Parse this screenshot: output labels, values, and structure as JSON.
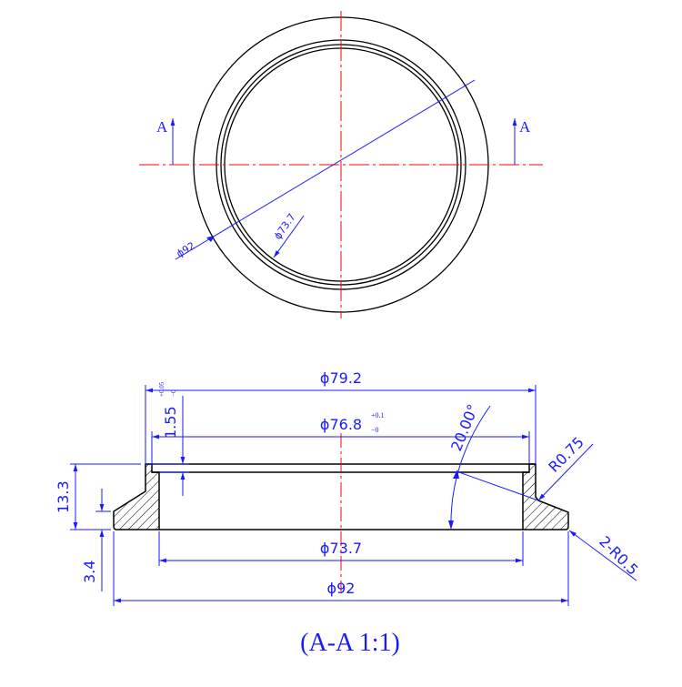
{
  "colors": {
    "outline": "#000000",
    "dimension": "#1a1aff",
    "centerline": "#ff0000"
  },
  "top_view": {
    "section_marker_left": "A",
    "section_marker_right": "A",
    "dim_outer": "ϕ92",
    "dim_inner": "ϕ73.7"
  },
  "section_view": {
    "dim_79_2": "ϕ79.2",
    "dim_76_8": "ϕ76.8",
    "tol_76_8_upper": "+0.1",
    "tol_76_8_lower": "−0",
    "dim_1_55": "1.55",
    "tol_1_55_upper": "+0.05",
    "tol_1_55_lower": "−0",
    "dim_angle": "20.00°",
    "dim_r075": "R0.75",
    "dim_r05": "2-R0.5",
    "dim_13_3": "13.3",
    "dim_3_4": "3.4",
    "dim_73_7": "ϕ73.7",
    "dim_92": "ϕ92"
  },
  "caption": "(A-A 1:1)"
}
